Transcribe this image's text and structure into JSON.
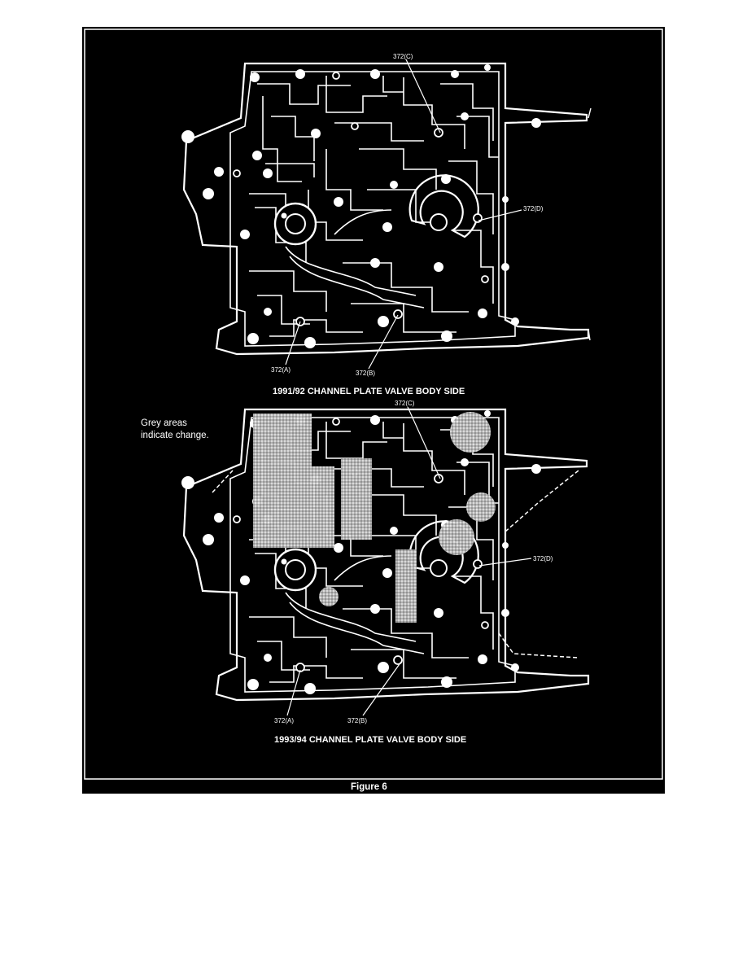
{
  "figure": {
    "caption": "Figure 6",
    "note_lines": [
      "Grey areas",
      "indicate change."
    ]
  },
  "diagrams": [
    {
      "title": "1991/92 CHANNEL PLATE VALVE BODY SIDE",
      "labels": {
        "a": "372(A)",
        "b": "372(B)",
        "c": "372(C)",
        "d": "372(D)"
      }
    },
    {
      "title": "1993/94 CHANNEL PLATE VALVE BODY SIDE",
      "labels": {
        "a": "372(A)",
        "b": "372(B)",
        "c": "372(C)",
        "d": "372(D)"
      }
    }
  ],
  "colors": {
    "background": "#000000",
    "line": "#ffffff",
    "changed_area": "#c8c8c8",
    "page": "#ffffff"
  }
}
